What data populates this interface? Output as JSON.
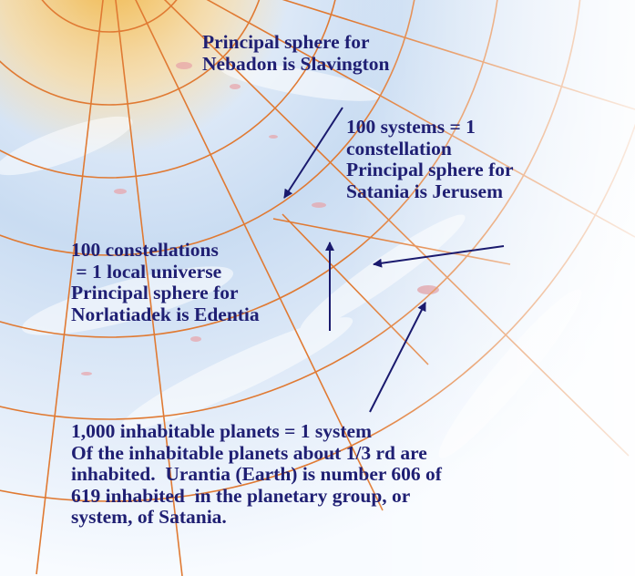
{
  "colors": {
    "text": "#1f1f73",
    "grid": "#e07a33",
    "arrow": "#1a1a6e",
    "sky_light": "#f6f9fe",
    "sky_blue": "#bcd3f0",
    "sun": "#f2c46a",
    "spell_underline": "#d81818"
  },
  "labels": {
    "slavington": {
      "lines": [
        "Principal sphere for",
        "Nebadon is Slavington"
      ]
    },
    "constellation": {
      "lines": [
        "100 systems = 1",
        "constellation",
        "Principal sphere for",
        "Satania is Jerusem"
      ]
    },
    "universe": {
      "lines": [
        "100 constellations",
        " = 1 local universe",
        "Principal sphere for",
        "Norlatiadek is Edentia"
      ]
    },
    "system": {
      "lines": [
        "1,000 inhabitable planets = 1 system",
        "Of the inhabitable planets about 1/3 rd are",
        "inhabited.  Urantia (Earth) is number 606 of",
        "619 inhabited  in the planetary group, or",
        "system, of Satania."
      ]
    }
  }
}
